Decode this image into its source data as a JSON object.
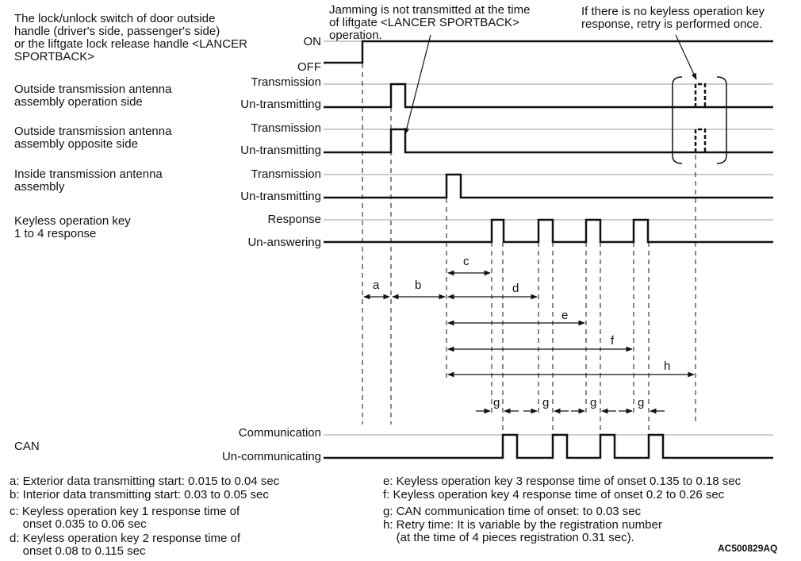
{
  "signals": [
    {
      "label": "The lock/unlock switch of door outside\nhandle (driver's side, passenger's side)\nor the liftgate lock release handle <LANCER\nSPORTBACK>",
      "high": "ON",
      "low": "OFF"
    },
    {
      "label": "Outside transmission antenna\nassembly operation side",
      "high": "Transmission",
      "low": "Un-transmitting"
    },
    {
      "label": "Outside transmission antenna\nassembly opposite side",
      "high": "Transmission",
      "low": "Un-transmitting"
    },
    {
      "label": "Inside transmission antenna\nassembly",
      "high": "Transmission",
      "low": "Un-transmitting"
    },
    {
      "label": "Keyless operation key\n1 to 4 response",
      "high": "Response",
      "low": "Un-answering"
    },
    {
      "label": "CAN",
      "high": "Communication",
      "low": "Un-communicating"
    }
  ],
  "callouts": {
    "jamming": "Jamming is not transmitted at the time\nof liftgate <LANCER SPORTBACK>\noperation.",
    "retry": "If there is no keyless operation key\nresponse, retry is performed once."
  },
  "intervals": [
    "a",
    "b",
    "c",
    "d",
    "e",
    "f",
    "h",
    "g"
  ],
  "legend_left": [
    "a: Exterior data transmitting start: 0.015 to 0.04 sec",
    "b: Interior data transmitting start: 0.03 to 0.05 sec",
    "c: Keyless operation key 1 response time of\n    onset 0.035 to 0.06 sec",
    "d: Keyless operation key 2 response time of\n    onset 0.08 to 0.115 sec"
  ],
  "legend_right": [
    "e: Keyless operation key 3 response time of onset 0.135 to 0.18 sec",
    "f: Keyless operation key 4 response time of onset 0.2 to 0.26 sec",
    "g: CAN communication time of onset: to 0.03 sec",
    "h: Retry time: It is variable by the registration number\n    (at the time of 4 pieces registration 0.31 sec)."
  ],
  "figure_code": "AC500829AQ"
}
